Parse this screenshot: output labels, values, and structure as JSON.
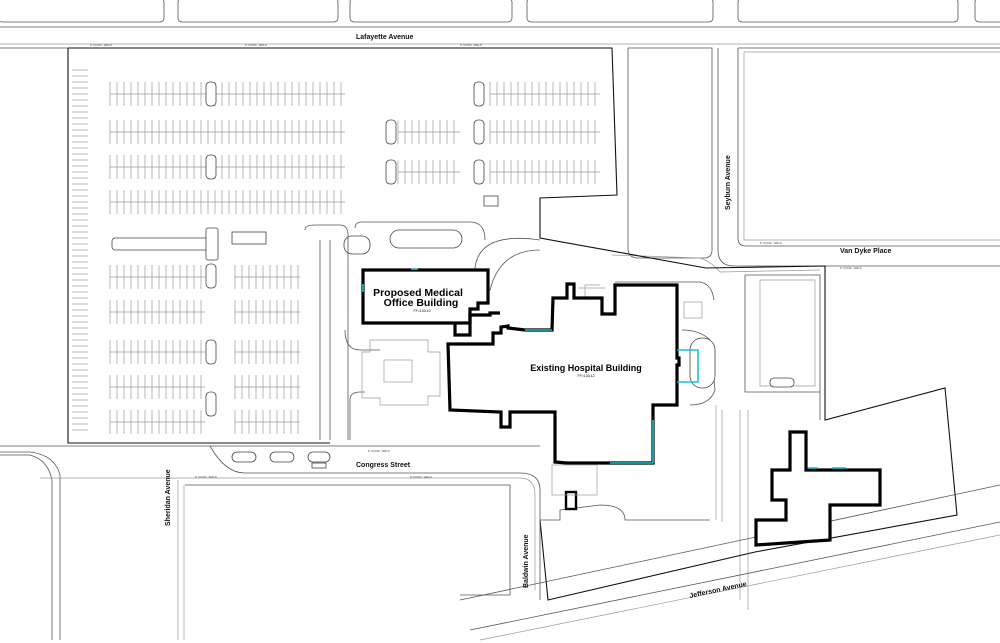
{
  "title": "Site Plan",
  "streets": {
    "lafayette": "Lafayette Avenue",
    "congress": "Congress Street",
    "sheridan": "Sheridan Avenue",
    "baldwin": "Baldwin Avenue",
    "jefferson": "Jefferson Avenue",
    "seyburn": "Seyburn Avenue",
    "van_dyke": "Van Dyke Place"
  },
  "buildings": {
    "proposed": {
      "line1": "Proposed Medical",
      "line2": "Office Building",
      "ff": "FF=133.10"
    },
    "existing": {
      "name": "Existing Hospital Building",
      "ff": "FF=133.12"
    }
  },
  "walk_label": "6' CONC. WALK",
  "colors": {
    "building_outline": "#000000",
    "door": "#19c6d4",
    "linework": "#555555"
  }
}
